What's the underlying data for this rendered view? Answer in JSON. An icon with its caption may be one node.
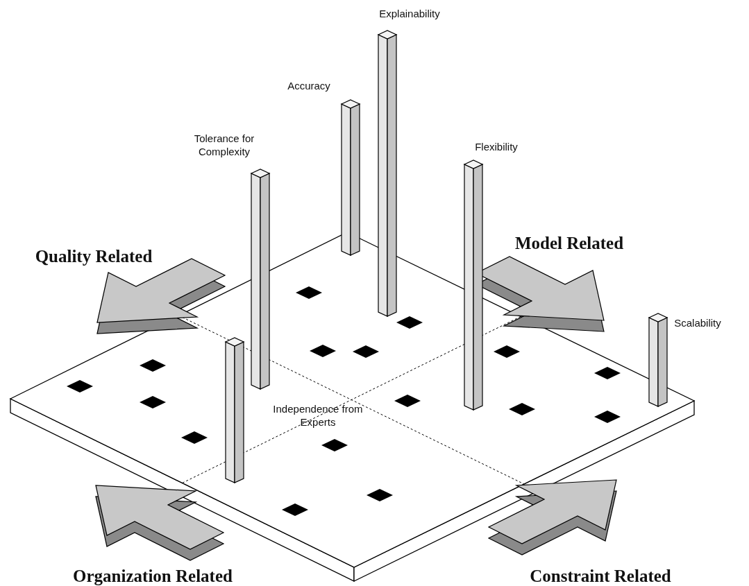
{
  "diagram": {
    "labels": [
      "Explainability",
      "Accuracy",
      "Tolerance for Complexity",
      "Flexibility",
      "Model Related",
      "Quality Related",
      "Scalability",
      "Independence from Experts",
      "Organization Related",
      "Constraint Related"
    ]
  }
}
